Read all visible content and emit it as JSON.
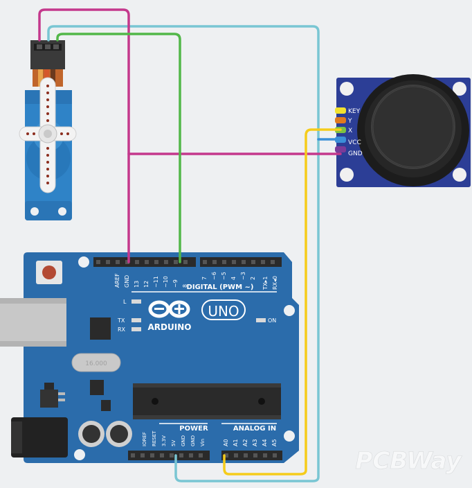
{
  "board": {
    "brand": "ARDUINO",
    "model": "UNO",
    "on_label": "ON",
    "l_label": "L",
    "tx_label": "TX",
    "rx_label": "RX",
    "digital_header": "DIGITAL (PWM ~)",
    "power_header": "POWER",
    "analog_header": "ANALOG IN",
    "digital_pins": [
      "AREF",
      "GND",
      "13",
      "12",
      "~11",
      "~10",
      "~9",
      "8",
      "7",
      "~6",
      "~5",
      "4",
      "~3",
      "2",
      "TX▸1",
      "RX◂0"
    ],
    "power_pins": [
      "IOREF",
      "RESET",
      "3.3V",
      "5V",
      "GND",
      "GND",
      "Vin"
    ],
    "analog_pins": [
      "A0",
      "A1",
      "A2",
      "A3",
      "A4",
      "A5"
    ],
    "chip_label": "16.000"
  },
  "joystick": {
    "pins": [
      "KEY",
      "Y",
      "X",
      "VCC",
      "GND"
    ]
  },
  "watermark": "PCBWay",
  "colors": {
    "background": "#eef0f2",
    "board": "#2b6cab",
    "wire_magenta": "#c4388c",
    "wire_green": "#52b749",
    "wire_cyan": "#79c6d3",
    "wire_yellow": "#f5cc1b",
    "wire_blue": "#3b8fd8"
  }
}
